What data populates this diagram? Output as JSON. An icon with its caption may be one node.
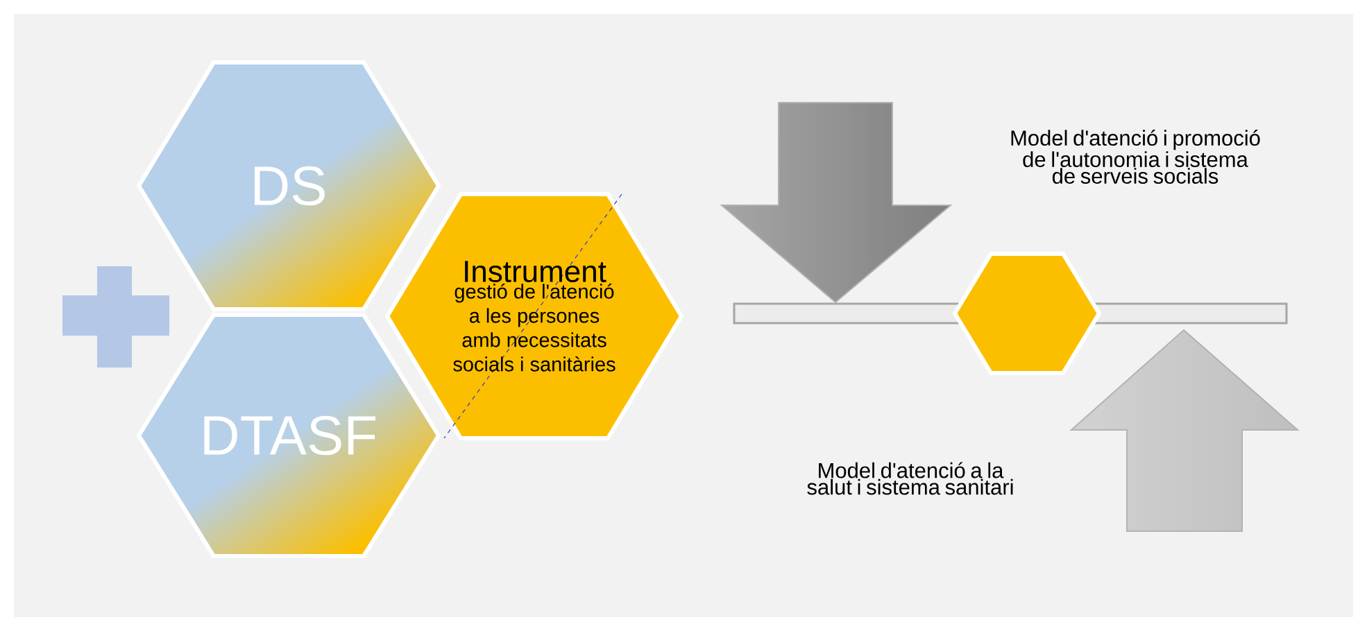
{
  "diagram": {
    "nodes": [
      {
        "text": [
          "DS"
        ]
      },
      {
        "text": [
          "DTASF"
        ]
      },
      {
        "text": [
          "Instrument",
          "gestió de l'atenció a les persones amb necessitats socials i sanitàries"
        ]
      },
      {
        "text": [],
        "shape": "bar"
      },
      {
        "text": [],
        "shape": "hexagon"
      }
    ],
    "labels": [
      "Model d'atenció i promoció de l'autonomia i sistema de serveis socials",
      "Model d'atenció a la salut i sistema sanitari"
    ]
  }
}
